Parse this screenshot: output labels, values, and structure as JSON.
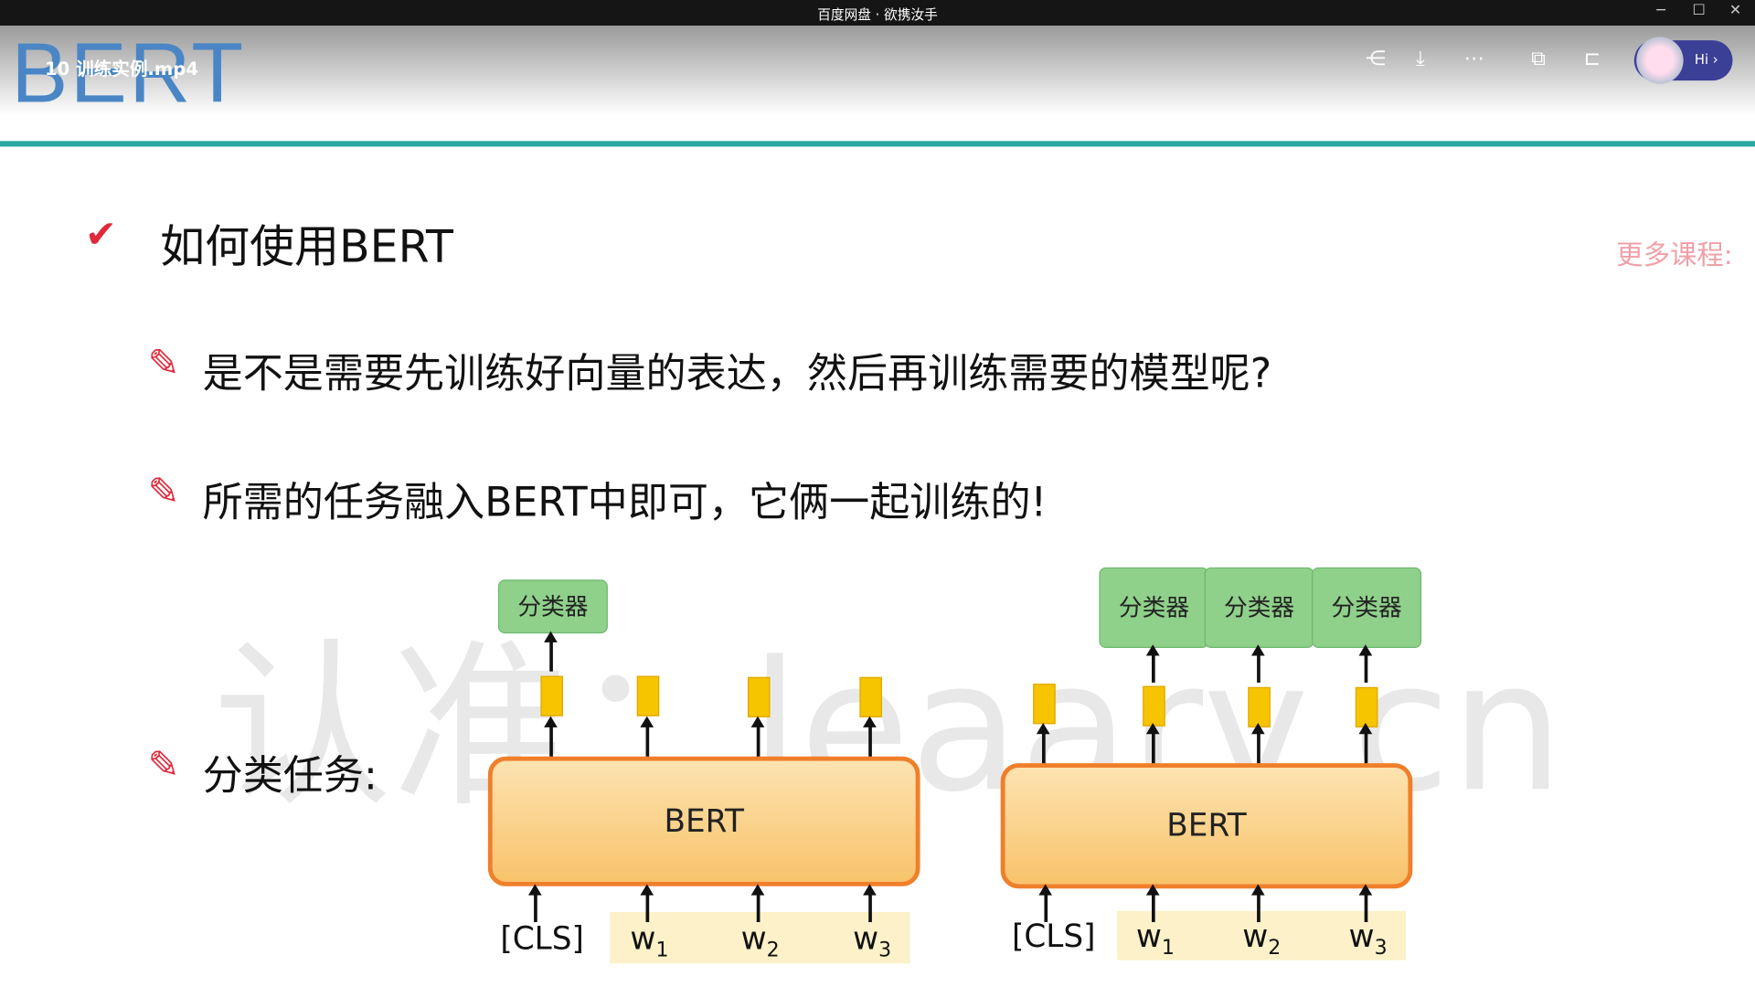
{
  "window": {
    "title": "百度网盘 · 欲携汝手",
    "minimize": "─",
    "maximize": "☐",
    "close": "✕"
  },
  "player": {
    "file_name": "10 训练实例.mp4",
    "hi_label": "Hi ›"
  },
  "slide": {
    "logo_text": "BERT",
    "heading": "如何使用BERT",
    "side_note": "更多课程:",
    "bullets": [
      "是不是需要先训练好向量的表达，然后再训练需要的模型呢?",
      "所需的任务融入BERT中即可，它俩一起训练的!",
      "分类任务:"
    ],
    "watermark": "认准：leaarv.cn",
    "diagram_left": {
      "classifier": "分类器",
      "model": "BERT",
      "tokens": [
        "[CLS]",
        "w",
        "w",
        "w"
      ],
      "subs": [
        "",
        "1",
        "2",
        "3"
      ]
    },
    "diagram_right": {
      "classifiers": [
        "分类器",
        "分类器",
        "分类器"
      ],
      "model": "BERT",
      "tokens": [
        "[CLS]",
        "w",
        "w",
        "w"
      ],
      "subs": [
        "",
        "1",
        "2",
        "3"
      ]
    }
  }
}
